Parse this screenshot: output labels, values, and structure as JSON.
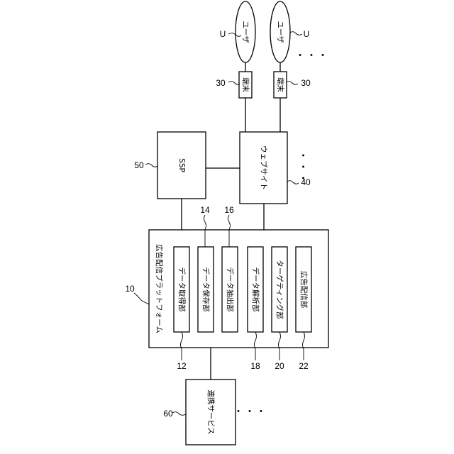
{
  "platform": {
    "label": "広告配信プラットフォーム",
    "ref": "10"
  },
  "modules": [
    {
      "label": "データ取得部",
      "ref": "12"
    },
    {
      "label": "データ保存部",
      "ref": "14"
    },
    {
      "label": "データ抽出部",
      "ref": "16"
    },
    {
      "label": "データ解析部",
      "ref": "18"
    },
    {
      "label": "ターゲティング部",
      "ref": "20"
    },
    {
      "label": "広告配信部",
      "ref": "22"
    }
  ],
  "ssp": {
    "label": "SSP",
    "ref": "50"
  },
  "website": {
    "label": "ウェブサイト",
    "ref": "40"
  },
  "terminals": [
    {
      "label": "端末",
      "ref": "30"
    },
    {
      "label": "端末",
      "ref": "30"
    }
  ],
  "users": [
    {
      "label": "ユーザ",
      "ref": "U"
    },
    {
      "label": "ユーザ",
      "ref": "U"
    }
  ],
  "service": {
    "label": "連携サービス",
    "ref": "60"
  },
  "ellipsis": "・・・"
}
